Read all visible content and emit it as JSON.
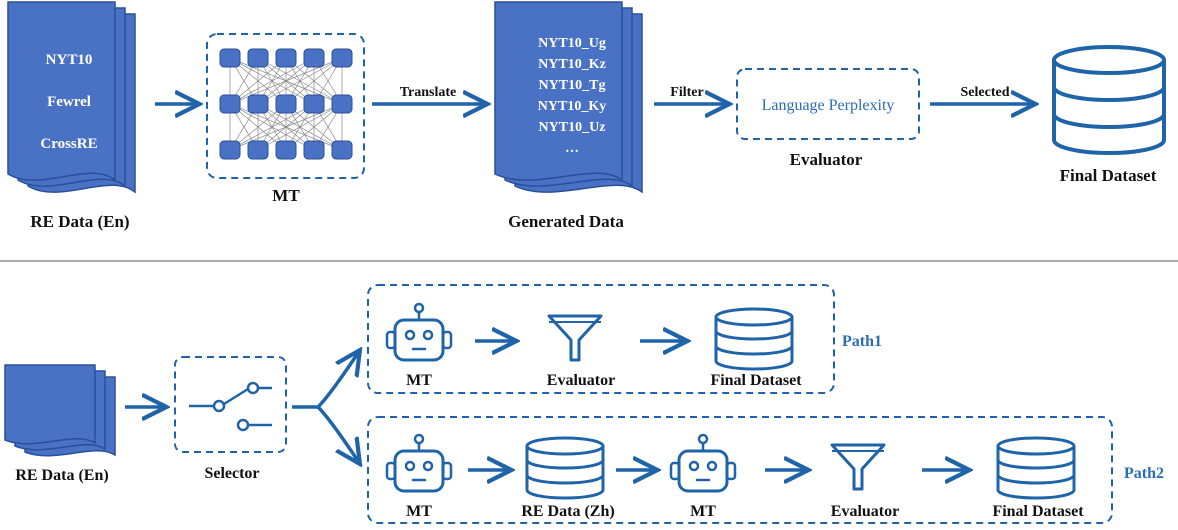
{
  "colors": {
    "primary": "#1f64a8",
    "doc_fill": "#4a72c4",
    "doc_stroke": "#2a4f9a",
    "label_blue": "#2a6db5",
    "text": "#111111"
  },
  "top": {
    "re_data_items": [
      "NYT10",
      "Fewrel",
      "CrossRE"
    ],
    "re_data_label": "RE Data (En)",
    "mt_label": "MT",
    "translate_label": "Translate",
    "generated_items": [
      "NYT10_Ug",
      "NYT10_Kz",
      "NYT10_Tg",
      "NYT10_Ky",
      "NYT10_Uz",
      "…"
    ],
    "generated_label": "Generated Data",
    "filter_label": "Filter",
    "evaluator_box_text": "Language Perplexity",
    "evaluator_label": "Evaluator",
    "selected_label": "Selected",
    "final_label": "Final Dataset"
  },
  "bottom": {
    "re_data_label": "RE Data (En)",
    "selector_label": "Selector",
    "path1": {
      "name": "Path1",
      "labels": [
        "MT",
        "Evaluator",
        "Final Dataset"
      ]
    },
    "path2": {
      "name": "Path2",
      "labels": [
        "MT",
        "RE Data (Zh)",
        "MT",
        "Evaluator",
        "Final Dataset"
      ]
    }
  },
  "icons": [
    "document-stack-icon",
    "neural-network-icon",
    "database-icon",
    "robot-icon",
    "funnel-icon",
    "switch-icon"
  ]
}
